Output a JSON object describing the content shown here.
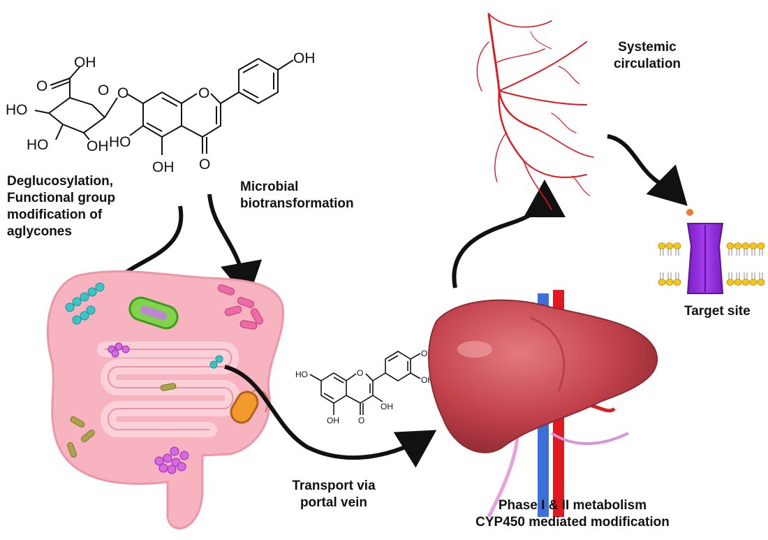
{
  "labels": {
    "deglucosylation": [
      "Deglucosylation,",
      "Functional group",
      "modification of",
      "aglycones"
    ],
    "microbial": [
      "Microbial",
      "biotransformation"
    ],
    "systemic": [
      "Systemic",
      "circulation"
    ],
    "target": "Target site",
    "portal": [
      "Transport via",
      "portal vein"
    ],
    "metabolism": [
      "Phase I & II metabolism",
      "CYP450 mediated modification"
    ]
  },
  "molecule_glucuronide": {
    "atoms": {
      "oh_top": "OH",
      "o_carbonyl": "O",
      "ring_o": "O",
      "ho_left": "HO",
      "ho_bottom": "HO",
      "oh_sugar": "OH",
      "link_o": "O",
      "ring_o_chromone": "O",
      "oh_phenyl": "OH",
      "ho_6": "HO",
      "oh_5": "OH",
      "o_keto": "O"
    }
  },
  "molecule_quercetin": {
    "atoms": {
      "ho_7": "HO",
      "ring_o": "O",
      "oh_3p": "OH",
      "oh_4p": "OH",
      "oh_5": "OH",
      "o_keto": "O",
      "oh_3": "OH"
    }
  },
  "colors": {
    "arrow": "#111111",
    "vessel": "#e0191f",
    "intestine": "#f7b3bf",
    "intestine_dark": "#ec96a7",
    "liver": "#c2414b",
    "membrane_head": "#f4c51c",
    "protein": "#9c2fe2"
  }
}
